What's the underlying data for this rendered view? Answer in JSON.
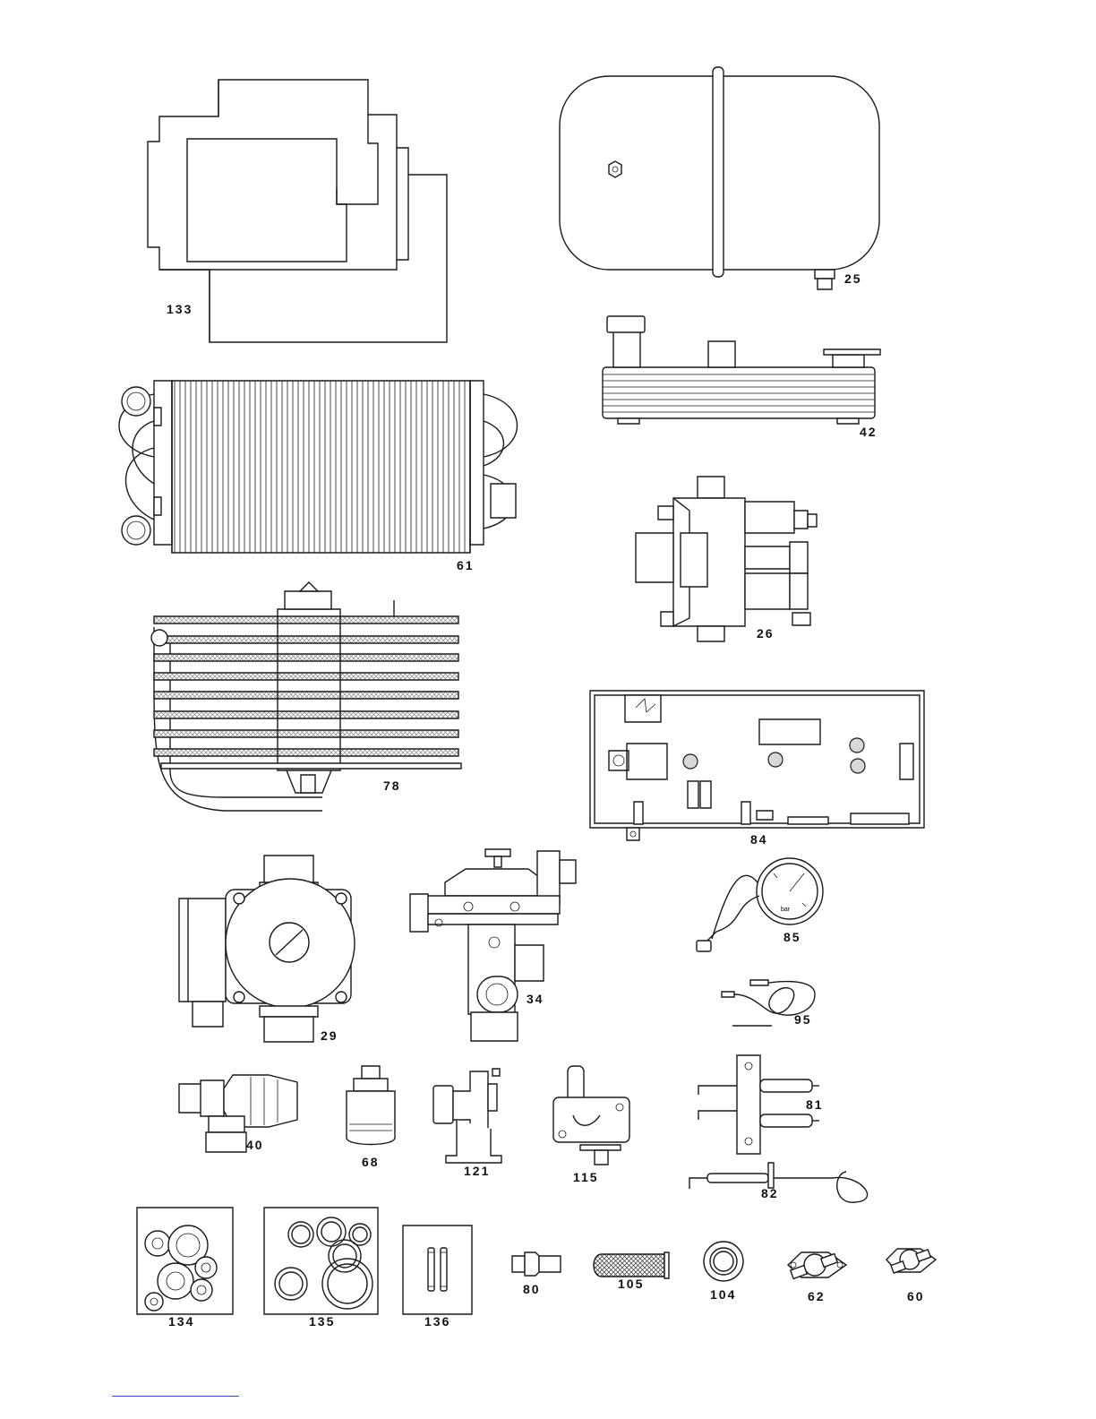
{
  "labels": {
    "p133": "133",
    "p25": "25",
    "p42": "42",
    "p61": "61",
    "p26": "26",
    "p78": "78",
    "p84": "84",
    "p29": "29",
    "p34": "34",
    "p85": "85",
    "p95": "95",
    "p40": "40",
    "p68": "68",
    "p121": "121",
    "p115": "115",
    "p81": "81",
    "p82": "82",
    "p134": "134",
    "p135": "135",
    "p136": "136",
    "p80": "80",
    "p105": "105",
    "p104": "104",
    "p62": "62",
    "p60": "60"
  },
  "gauge_unit": "bar"
}
